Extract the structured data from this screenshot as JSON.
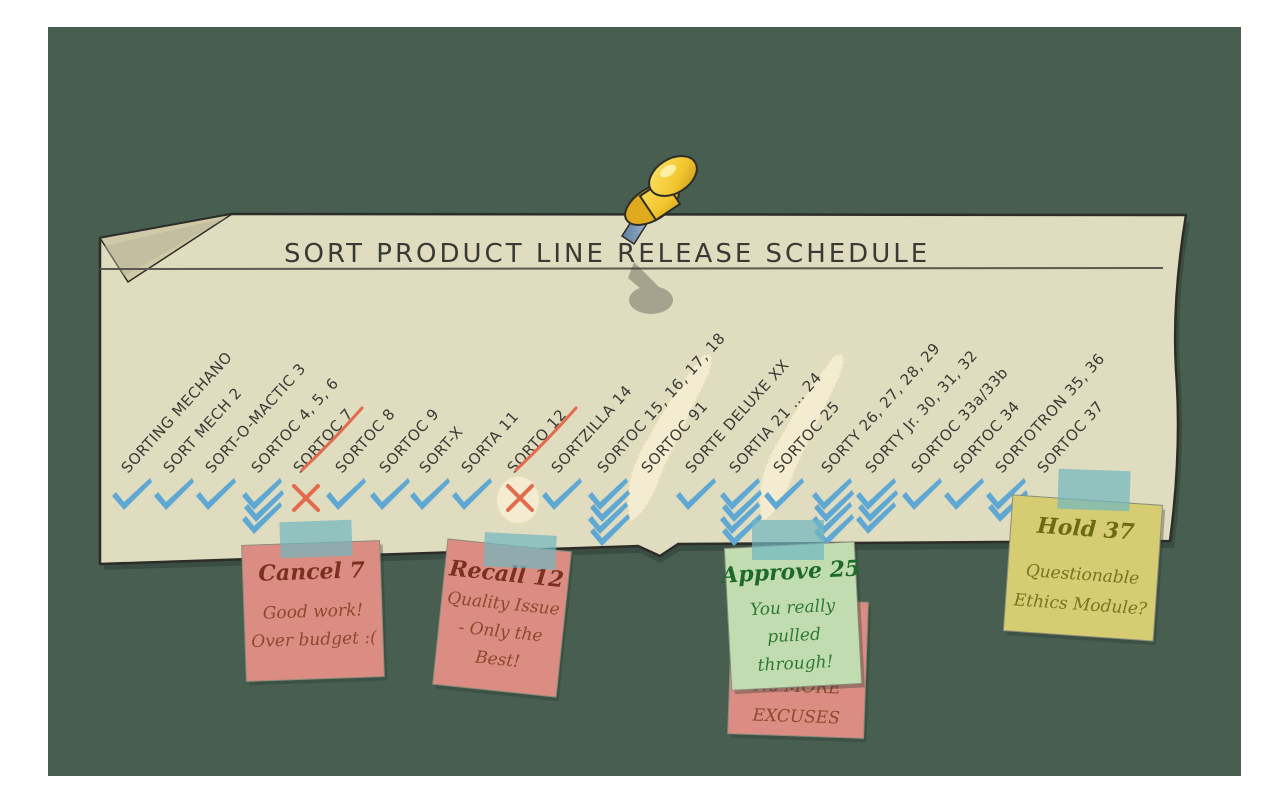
{
  "board": {
    "title": "SORT PRODUCT LINE RELEASE SCHEDULE",
    "colors": {
      "background": "#475e50",
      "paper": "#e0dcc0",
      "check": "#5fa8d3",
      "cross": "#e26b4e",
      "pin": "#f2c62e"
    }
  },
  "products": [
    {
      "label": "SORTING MECHANO",
      "status": "check",
      "count": 1
    },
    {
      "label": "SORT MECH 2",
      "status": "check",
      "count": 1
    },
    {
      "label": "SORT-O-MACTIC 3",
      "status": "check",
      "count": 1
    },
    {
      "label": "SORTOC 4, 5, 6",
      "status": "check",
      "count": 3
    },
    {
      "label": "SORTOC 7",
      "status": "cross",
      "count": 1,
      "struck": true
    },
    {
      "label": "SORTOC 8",
      "status": "check",
      "count": 1
    },
    {
      "label": "SORTOC 9",
      "status": "check",
      "count": 1
    },
    {
      "label": "SORT-X",
      "status": "check",
      "count": 1
    },
    {
      "label": "SORTA 11",
      "status": "check",
      "count": 1
    },
    {
      "label": "SORTO 12",
      "status": "cross",
      "count": 1,
      "struck": true,
      "smudged": true
    },
    {
      "label": "SORTZILLA 14",
      "status": "check",
      "count": 1
    },
    {
      "label": "SORTOC 15, 16, 17, 18",
      "status": "check",
      "count": 4
    },
    {
      "label": "SORTOC 91",
      "status": "erased",
      "count": 0,
      "smudged": true
    },
    {
      "label": "SORTE DELUXE XX",
      "status": "check",
      "count": 1
    },
    {
      "label": "SORTIA 21 ... 24",
      "status": "check",
      "count": 4
    },
    {
      "label": "SORTOC 25",
      "status": "check",
      "count": 1,
      "smudged": true
    },
    {
      "label": "SORTY 26, 27, 28, 29",
      "status": "check",
      "count": 4
    },
    {
      "label": "SORTY Jr. 30, 31, 32",
      "status": "check",
      "count": 3
    },
    {
      "label": "SORTOC  33a/33b",
      "status": "check",
      "count": 1
    },
    {
      "label": "SORTOC 34",
      "status": "check",
      "count": 1
    },
    {
      "label": "SORTOTRON 35, 36",
      "status": "check",
      "count": 2
    },
    {
      "label": "SORTOC 37",
      "status": "none",
      "count": 0
    }
  ],
  "notes": [
    {
      "id": "cancel",
      "title": "Cancel 7",
      "lines": [
        "Good work!",
        "Over budget :("
      ],
      "color": "#dc8d83",
      "title_color": "#7a2f1f",
      "text_color": "#8b4a2c"
    },
    {
      "id": "recall",
      "title": "Recall 12",
      "lines": [
        "Quality Issue",
        "- Only the",
        "Best!"
      ],
      "color": "#dc8d83",
      "title_color": "#7a2f1f",
      "text_color": "#8b4a2c"
    },
    {
      "id": "excuses",
      "title": "",
      "lines": [
        "No MORE",
        "EXCUSES"
      ],
      "color": "#dc8d83",
      "title_color": "#7a2f1f",
      "text_color": "#8b4a2c"
    },
    {
      "id": "approve",
      "title": "Approve 25",
      "lines": [
        "You really",
        "pulled",
        "through!"
      ],
      "color": "#c2dcb2",
      "title_color": "#1d6a2a",
      "text_color": "#2f7a32"
    },
    {
      "id": "hold",
      "title": "Hold 37",
      "lines": [
        "Questionable",
        "Ethics Module?"
      ],
      "color": "#d6cd72",
      "title_color": "#6e6a14",
      "text_color": "#7a7420"
    }
  ]
}
